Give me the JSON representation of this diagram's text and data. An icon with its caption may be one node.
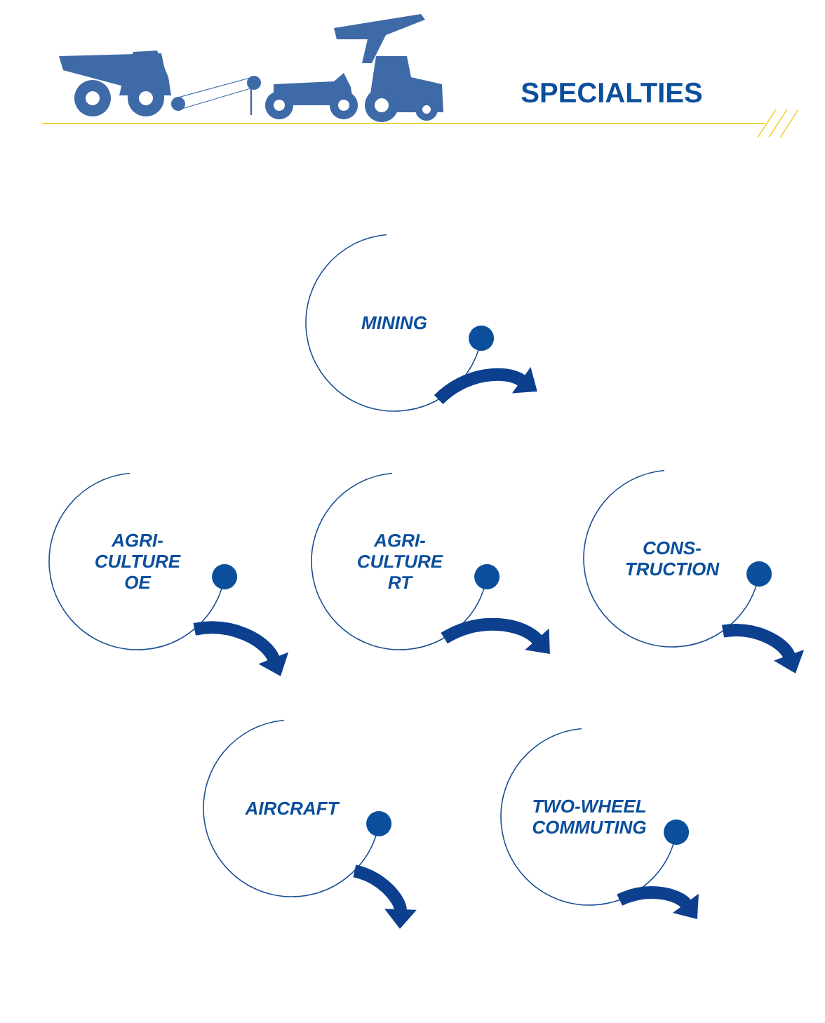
{
  "diagram": {
    "title": "SPECIALTIES",
    "nodes": [
      {
        "text": [
          "MINING"
        ]
      },
      {
        "text": [
          "AGRI- CULTURE OE"
        ]
      },
      {
        "text": [
          "AGRI- CULTURE RT"
        ]
      },
      {
        "text": [
          "CONS- TRUCTION"
        ]
      },
      {
        "text": [
          "AIRCRAFT"
        ]
      },
      {
        "text": [
          "TWO-WHEEL COMMUTING"
        ]
      }
    ],
    "edges": [
      {
        "from": 0,
        "to": null,
        "arrow": "to"
      },
      {
        "from": 1,
        "to": null,
        "arrow": "to"
      },
      {
        "from": 2,
        "to": null,
        "arrow": "to"
      },
      {
        "from": 3,
        "to": null,
        "arrow": "to"
      },
      {
        "from": 4,
        "to": null,
        "arrow": "to"
      },
      {
        "from": 5,
        "to": null,
        "arrow": "to"
      }
    ]
  }
}
